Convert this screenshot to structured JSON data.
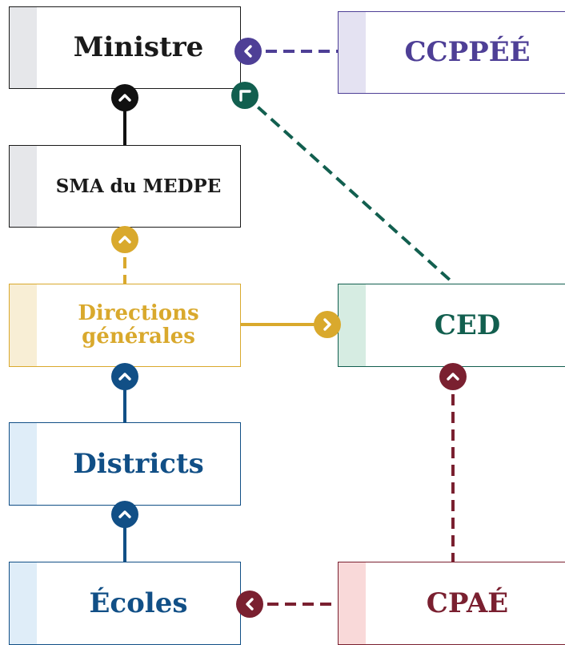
{
  "nodes": {
    "ministre": {
      "label": "Ministre",
      "color": "#1a1a1a",
      "strip": "#e6e7ea"
    },
    "ccppee": {
      "label": "CCPPÉÉ",
      "color": "#4e3f96",
      "strip": "#e4e2f2"
    },
    "sma": {
      "label": "SMA du MEDPE",
      "color": "#1a1a1a",
      "strip": "#e6e7ea"
    },
    "directions": {
      "label": "Directions générales",
      "color": "#d9a92d",
      "strip": "#f8eed5"
    },
    "ced": {
      "label": "CED",
      "color": "#125f4f",
      "strip": "#d6ece2"
    },
    "districts": {
      "label": "Districts",
      "color": "#114f86",
      "strip": "#dfedf8"
    },
    "ecoles": {
      "label": "Écoles",
      "color": "#114f86",
      "strip": "#dfedf8"
    },
    "cpae": {
      "label": "CPAÉ",
      "color": "#7a2030",
      "strip": "#f9d9d9"
    }
  },
  "connectors": [
    {
      "from": "ccppee",
      "to": "ministre",
      "style": "dashed",
      "color": "#4e3f96",
      "icon": "chevron-left-icon"
    },
    {
      "from": "ced",
      "to": "ministre",
      "style": "dashed",
      "color": "#125f4f",
      "icon": "corner-arrow-icon"
    },
    {
      "from": "sma",
      "to": "ministre",
      "style": "solid",
      "color": "#111111",
      "icon": "chevron-up-icon"
    },
    {
      "from": "directions",
      "to": "sma",
      "style": "dashed",
      "color": "#d9a92d",
      "icon": "chevron-up-icon"
    },
    {
      "from": "directions",
      "to": "ced",
      "style": "solid",
      "color": "#d9a92d",
      "icon": "chevron-right-icon"
    },
    {
      "from": "districts",
      "to": "directions",
      "style": "solid",
      "color": "#114f86",
      "icon": "chevron-up-icon"
    },
    {
      "from": "ecoles",
      "to": "districts",
      "style": "solid",
      "color": "#114f86",
      "icon": "chevron-up-icon"
    },
    {
      "from": "cpae",
      "to": "ced",
      "style": "dashed",
      "color": "#7a2030",
      "icon": "chevron-up-icon"
    },
    {
      "from": "cpae",
      "to": "ecoles",
      "style": "dashed",
      "color": "#7a2030",
      "icon": "chevron-left-icon"
    }
  ]
}
